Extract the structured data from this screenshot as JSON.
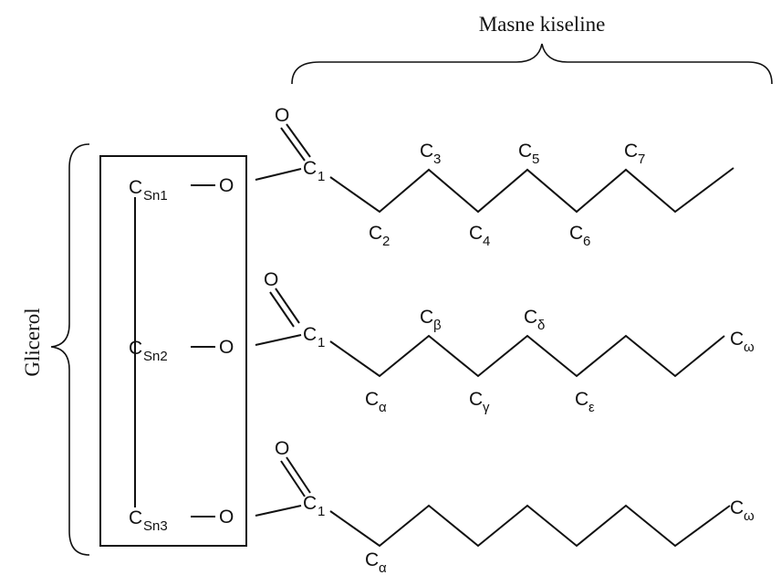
{
  "labels": {
    "fatty_acids": "Masne kiseline",
    "glycerol": "Glicerol",
    "oxygen": "O",
    "carbon": "C"
  },
  "glycerol_carbons": [
    {
      "sub": "Sn1"
    },
    {
      "sub": "Sn2"
    },
    {
      "sub": "Sn3"
    }
  ],
  "chains": [
    {
      "carbonyl_sub": "1",
      "carbons": [
        {
          "sub": "2"
        },
        {
          "sub": "3"
        },
        {
          "sub": "4"
        },
        {
          "sub": "5"
        },
        {
          "sub": "6"
        },
        {
          "sub": "7"
        }
      ]
    },
    {
      "carbonyl_sub": "1",
      "carbons": [
        {
          "sub": "α"
        },
        {
          "sub": "β"
        },
        {
          "sub": "γ"
        },
        {
          "sub": "δ"
        },
        {
          "sub": "ε"
        },
        {
          "sub": "ω"
        }
      ]
    },
    {
      "carbonyl_sub": "1",
      "carbons": [
        {
          "sub": "α"
        },
        {
          "sub": "ω"
        }
      ]
    }
  ]
}
